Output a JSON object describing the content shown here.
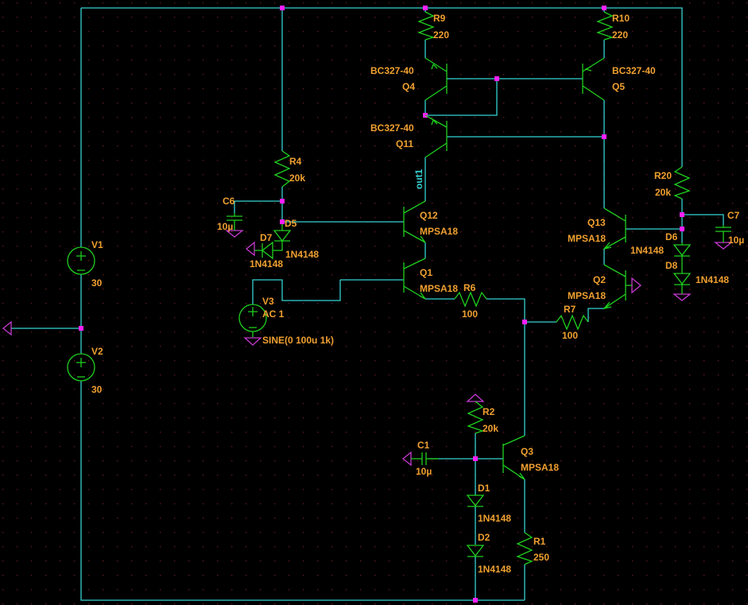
{
  "colors": {
    "background": "#000000",
    "wire": "#35d2d2",
    "component": "#1fd01f",
    "label": "#f0a030",
    "junction": "#ff20ff",
    "ground": "#c53ad0",
    "grid": "#6a1c1c"
  },
  "net_labels": {
    "out1": "out1"
  },
  "components": {
    "V1": {
      "name": "V1",
      "value": "30"
    },
    "V2": {
      "name": "V2",
      "value": "30"
    },
    "V3": {
      "name": "V3",
      "value": "AC 1",
      "source": "SINE(0 100u 1k)"
    },
    "R9": {
      "name": "R9",
      "value": "220"
    },
    "R10": {
      "name": "R10",
      "value": "220"
    },
    "R4": {
      "name": "R4",
      "value": "20k"
    },
    "R20": {
      "name": "R20",
      "value": "20k"
    },
    "R6": {
      "name": "R6",
      "value": "100"
    },
    "R7": {
      "name": "R7",
      "value": "100"
    },
    "R2": {
      "name": "R2",
      "value": "20k"
    },
    "R1": {
      "name": "R1",
      "value": "250"
    },
    "C6": {
      "name": "C6",
      "value": "10µ"
    },
    "C7": {
      "name": "C7",
      "value": "10µ"
    },
    "C1": {
      "name": "C1",
      "value": "10µ"
    },
    "Q4": {
      "name": "Q4",
      "model": "BC327-40"
    },
    "Q5": {
      "name": "Q5",
      "model": "BC327-40"
    },
    "Q11": {
      "name": "Q11",
      "model": "BC327-40"
    },
    "Q12": {
      "name": "Q12",
      "model": "MPSA18"
    },
    "Q1": {
      "name": "Q1",
      "model": "MPSA18"
    },
    "Q13": {
      "name": "Q13",
      "model": "MPSA18"
    },
    "Q2": {
      "name": "Q2",
      "model": "MPSA18"
    },
    "Q3": {
      "name": "Q3",
      "model": "MPSA18"
    },
    "D5": {
      "name": "D5",
      "model": "1N4148"
    },
    "D7": {
      "name": "D7",
      "model": "1N4148"
    },
    "D6": {
      "name": "D6",
      "model": "1N4148"
    },
    "D8": {
      "name": "D8",
      "model": "1N4148"
    },
    "D1": {
      "name": "D1",
      "model": "1N4148"
    },
    "D2": {
      "name": "D2",
      "model": "1N4148"
    }
  }
}
